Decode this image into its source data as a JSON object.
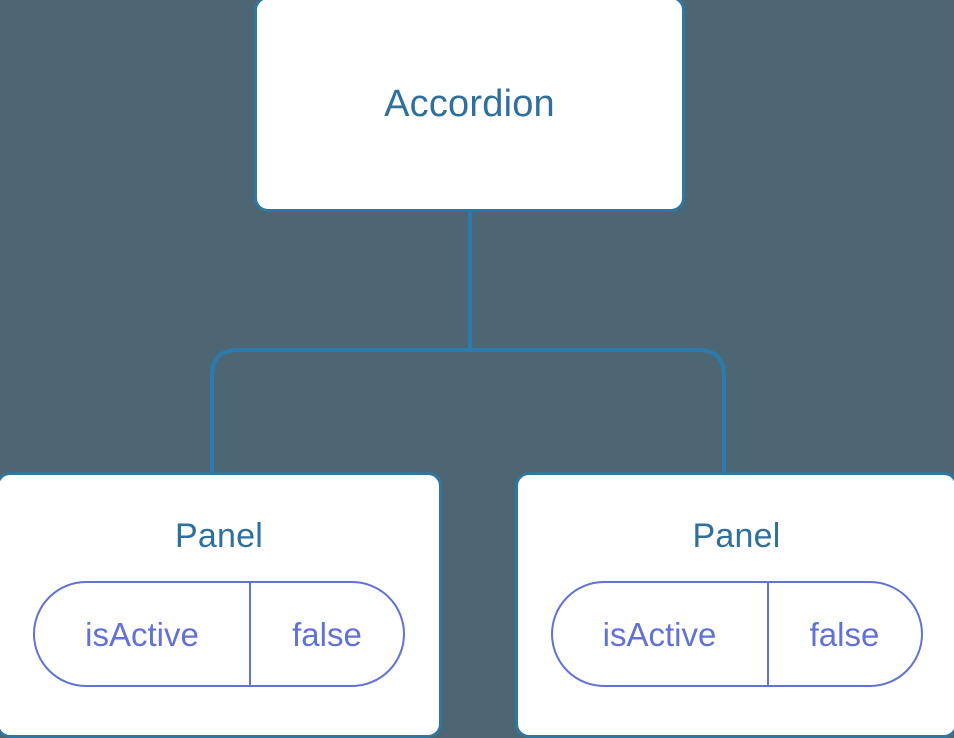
{
  "diagram": {
    "type": "component-tree",
    "background_color": "#4c6773",
    "node_border_color": "#31769f",
    "node_fill_color": "#ffffff",
    "node_title_color": "#2e6f9e",
    "connector_color": "#2d7aad",
    "prop_color": "#6272d4",
    "root": {
      "name": "Accordion",
      "label": "Accordion"
    },
    "children": [
      {
        "name": "Panel",
        "label": "Panel",
        "props": [
          {
            "key": "isActive",
            "value": "false"
          }
        ]
      },
      {
        "name": "Panel",
        "label": "Panel",
        "props": [
          {
            "key": "isActive",
            "value": "false"
          }
        ]
      }
    ]
  }
}
